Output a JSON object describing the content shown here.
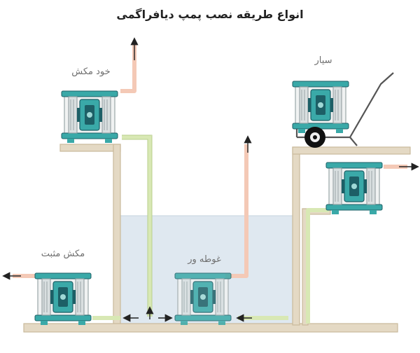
{
  "title": "انواع طریقه نصب پمپ دیافراگمی",
  "labels": {
    "self_priming": "خود مکش",
    "mobile": "سیار",
    "submersible": "غوطه ور",
    "flooded_suction": "مکش مثبت"
  },
  "colors": {
    "wall": "#c9b99b",
    "wall_fill": "#e4d9c4",
    "water": "#dfe8f0",
    "suction_pipe": "#d8e8b4",
    "discharge_pipe": "#f4c9b6",
    "pump_teal": "#3aa9a8",
    "pump_dark": "#1d5f66",
    "pump_body": "#f0f2f2",
    "arrow": "#222222"
  },
  "icons": [
    "diaphragm-pump-icon",
    "hand-cart-icon",
    "flow-arrow-icon"
  ]
}
